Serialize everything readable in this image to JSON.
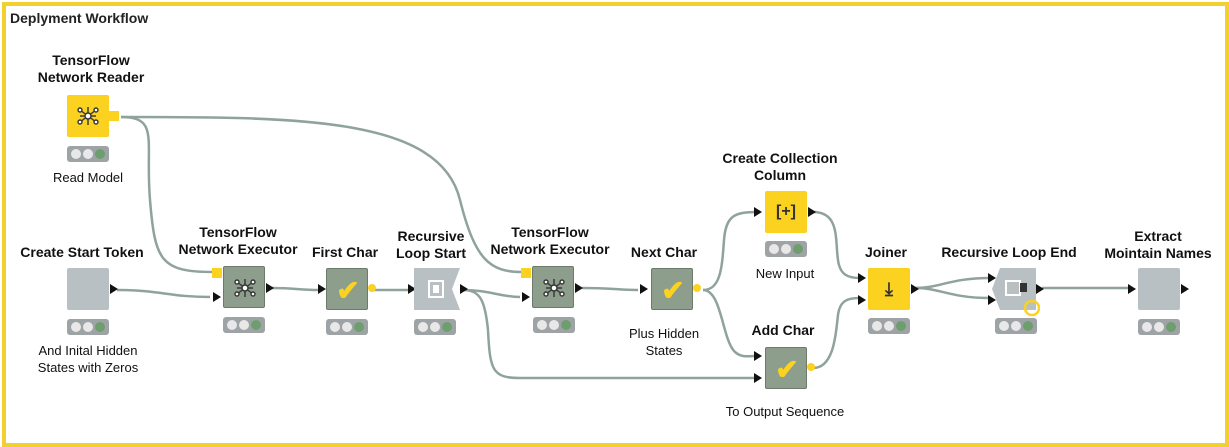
{
  "workflow": {
    "title": "Deplyment Workflow"
  },
  "colors": {
    "frame": "#f2d12e",
    "wire": "#8fa39a",
    "yellow": "#fbd21f",
    "green_node": "#8d9e8d",
    "gray_node": "#b9c0c3"
  },
  "nodes": {
    "reader": {
      "title_line1": "TensorFlow",
      "title_line2": "Network Reader",
      "annotation": "Read Model",
      "icon": "neural-network-icon"
    },
    "start_token": {
      "title": "Create Start Token",
      "anno_line1": "And Inital Hidden",
      "anno_line2": "States with Zeros",
      "icon": "blank-icon"
    },
    "executor1": {
      "title_line1": "TensorFlow",
      "title_line2": "Network Executor",
      "icon": "neural-network-icon"
    },
    "first_char": {
      "title": "First Char",
      "icon": "checkmark-icon"
    },
    "loop_start": {
      "title_line1": "Recursive",
      "title_line2": "Loop Start",
      "icon": "recursive-loop-start-icon"
    },
    "executor2": {
      "title_line1": "TensorFlow",
      "title_line2": "Network Executor",
      "icon": "neural-network-icon"
    },
    "next_char": {
      "title": "Next Char",
      "anno_line1": "Plus Hidden",
      "anno_line2": "States",
      "icon": "checkmark-icon"
    },
    "collection": {
      "title_line1": "Create Collection",
      "title_line2": "Column",
      "annotation": "New Input",
      "icon": "collection-icon"
    },
    "add_char": {
      "title": "Add Char",
      "annotation": "To Output Sequence",
      "icon": "checkmark-icon"
    },
    "joiner": {
      "title": "Joiner",
      "icon": "joiner-icon"
    },
    "loop_end": {
      "title": "Recursive Loop End",
      "icon": "recursive-loop-end-icon"
    },
    "extract": {
      "title_line1": "Extract",
      "title_line2": "Mointain Names",
      "icon": "blank-icon"
    }
  }
}
